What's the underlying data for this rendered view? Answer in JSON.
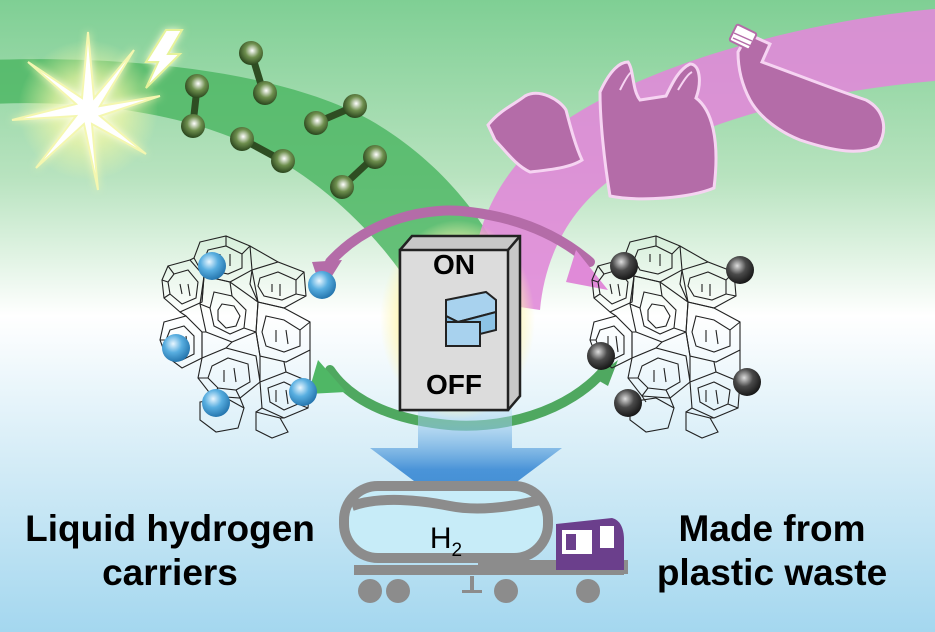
{
  "switch": {
    "on_label": "ON",
    "off_label": "OFF"
  },
  "tank": {
    "label": "H",
    "label_subscript": "2"
  },
  "captions": {
    "left": [
      "Liquid hydrogen",
      "carriers"
    ],
    "right": [
      "Made from",
      "plastic waste"
    ]
  },
  "colors": {
    "background_top": "#7fcf94",
    "background_middle": "#ffffff",
    "background_bottom": "#a4d7ef",
    "energy_band": "#4fb765",
    "plastic_band": "#e08ad8",
    "plastic_items": "#b46ca8",
    "hydrogen_atom": "#3a5a2a",
    "blue_site": "#58aee0",
    "grey_site": "#4a4a4a",
    "switch_body": "#dcdcdc",
    "switch_toggle": "#a8d2ee",
    "down_arrow": "#4a94d8",
    "truck_cab": "#6b3f8c",
    "truck_frame": "#8c8c8c",
    "tank_fill": "#c7ecf8"
  },
  "icons": {
    "light": "starburst-icon",
    "electricity": "lightning-icon",
    "hydrogen": "h2-molecule-icon",
    "plastic": [
      "plastic-wrapper-icon",
      "plastic-bag-icon",
      "plastic-bottle-icon"
    ],
    "catalyst": "zeolite-framework-icon",
    "switch": "toggle-switch-icon",
    "transport": "tanker-truck-icon"
  }
}
